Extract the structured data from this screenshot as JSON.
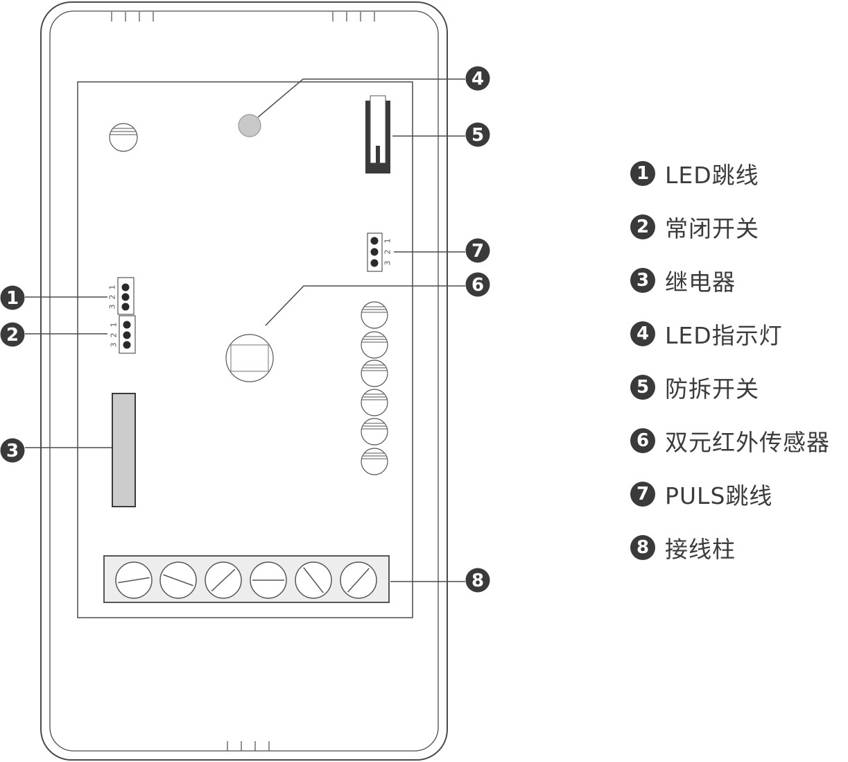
{
  "figure": {
    "type": "device-internal-diagram",
    "description_visible_text_only": true
  },
  "legend": {
    "items": [
      {
        "num": "1",
        "label": "LED跳线"
      },
      {
        "num": "2",
        "label": "常闭开关"
      },
      {
        "num": "3",
        "label": "继电器"
      },
      {
        "num": "4",
        "label": "LED指示灯"
      },
      {
        "num": "5",
        "label": "防拆开关"
      },
      {
        "num": "6",
        "label": "双元红外传感器"
      },
      {
        "num": "7",
        "label": "PULS跳线"
      },
      {
        "num": "8",
        "label": "接线柱"
      }
    ]
  },
  "callouts": {
    "c1": "1",
    "c2": "2",
    "c3": "3",
    "c4": "4",
    "c5": "5",
    "c6": "6",
    "c7": "7",
    "c8": "8"
  },
  "jumpers": {
    "led": {
      "pins": [
        "1",
        "2",
        "3"
      ]
    },
    "nc": {
      "pins": [
        "1",
        "2",
        "3"
      ]
    },
    "puls": {
      "pins": [
        "1",
        "2",
        "3"
      ]
    }
  },
  "colors": {
    "line": "#4a4a4a",
    "callout_fill": "#3a3a3a",
    "relay_fill": "#cccccc",
    "led_fill": "#c9c9c9",
    "terminal_block_fill": "#ededed",
    "background": "#ffffff",
    "text": "#3b3b3b"
  }
}
